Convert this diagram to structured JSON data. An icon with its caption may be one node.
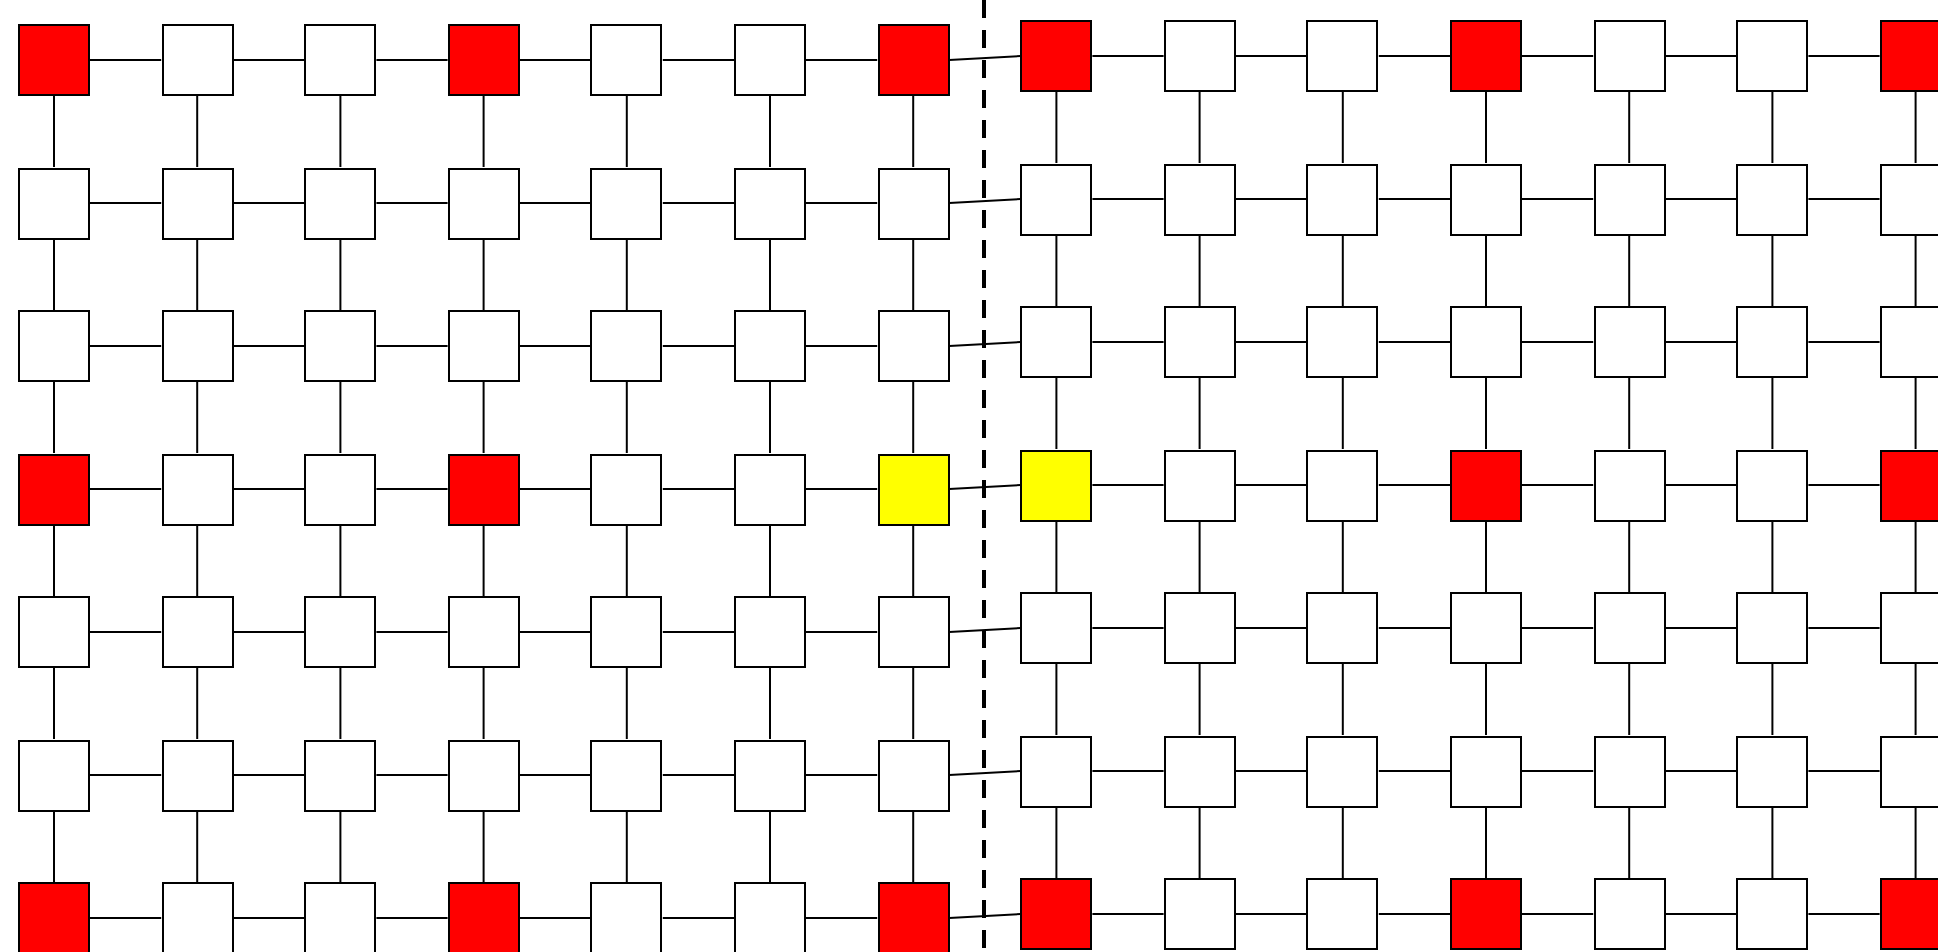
{
  "diagram": {
    "nodes": [
      {
        "text": [],
        "shape": "box"
      },
      {
        "text": [],
        "shape": "box"
      },
      {
        "text": [],
        "shape": "box"
      },
      {
        "text": [],
        "shape": "box"
      },
      {
        "text": [],
        "shape": "box"
      },
      {
        "text": [],
        "shape": "box"
      },
      {
        "text": [],
        "shape": "box"
      },
      {
        "text": [],
        "shape": "box"
      },
      {
        "text": [],
        "shape": "box"
      },
      {
        "text": [],
        "shape": "box"
      },
      {
        "text": [],
        "shape": "box"
      },
      {
        "text": [],
        "shape": "box"
      },
      {
        "text": [],
        "shape": "box"
      },
      {
        "text": [],
        "shape": "box"
      },
      {
        "text": [],
        "shape": "box"
      },
      {
        "text": [],
        "shape": "box"
      },
      {
        "text": [],
        "shape": "box"
      },
      {
        "text": [],
        "shape": "box"
      },
      {
        "text": [],
        "shape": "box"
      },
      {
        "text": [],
        "shape": "box"
      },
      {
        "text": [],
        "shape": "box"
      },
      {
        "text": [],
        "shape": "box"
      },
      {
        "text": [],
        "shape": "box"
      },
      {
        "text": [],
        "shape": "box"
      },
      {
        "text": [],
        "shape": "box"
      },
      {
        "text": [],
        "shape": "box"
      },
      {
        "text": [],
        "shape": "box"
      },
      {
        "text": [],
        "shape": "box"
      },
      {
        "text": [],
        "shape": "box"
      },
      {
        "text": [],
        "shape": "box"
      },
      {
        "text": [],
        "shape": "box"
      },
      {
        "text": [],
        "shape": "box"
      },
      {
        "text": [],
        "shape": "box"
      },
      {
        "text": [],
        "shape": "box"
      },
      {
        "text": [],
        "shape": "box"
      },
      {
        "text": [],
        "shape": "box"
      },
      {
        "text": [],
        "shape": "box"
      },
      {
        "text": [],
        "shape": "box"
      },
      {
        "text": [],
        "shape": "box"
      },
      {
        "text": [],
        "shape": "box"
      },
      {
        "text": [],
        "shape": "box"
      },
      {
        "text": [],
        "shape": "box"
      },
      {
        "text": [],
        "shape": "box"
      },
      {
        "text": [],
        "shape": "box"
      },
      {
        "text": [],
        "shape": "box"
      },
      {
        "text": [],
        "shape": "box"
      },
      {
        "text": [],
        "shape": "box"
      },
      {
        "text": [],
        "shape": "box"
      },
      {
        "text": [],
        "shape": "box"
      },
      {
        "text": [],
        "shape": "box"
      },
      {
        "text": [],
        "shape": "box"
      },
      {
        "text": [],
        "shape": "box"
      },
      {
        "text": [],
        "shape": "box"
      },
      {
        "text": [],
        "shape": "box"
      },
      {
        "text": [],
        "shape": "box"
      },
      {
        "text": [],
        "shape": "box"
      },
      {
        "text": [],
        "shape": "box"
      },
      {
        "text": [],
        "shape": "box"
      },
      {
        "text": [],
        "shape": "box"
      },
      {
        "text": [],
        "shape": "box"
      },
      {
        "text": [],
        "shape": "box"
      },
      {
        "text": [],
        "shape": "box"
      },
      {
        "text": [],
        "shape": "box"
      },
      {
        "text": [],
        "shape": "box"
      },
      {
        "text": [],
        "shape": "box"
      },
      {
        "text": [],
        "shape": "box"
      },
      {
        "text": [],
        "shape": "box"
      },
      {
        "text": [],
        "shape": "box"
      },
      {
        "text": [],
        "shape": "box"
      },
      {
        "text": [],
        "shape": "box"
      },
      {
        "text": [],
        "shape": "box"
      },
      {
        "text": [],
        "shape": "box"
      },
      {
        "text": [],
        "shape": "box"
      },
      {
        "text": [],
        "shape": "box"
      },
      {
        "text": [],
        "shape": "box"
      },
      {
        "text": [],
        "shape": "box"
      },
      {
        "text": [],
        "shape": "box"
      },
      {
        "text": [],
        "shape": "box"
      },
      {
        "text": [],
        "shape": "box"
      },
      {
        "text": [],
        "shape": "box"
      },
      {
        "text": [],
        "shape": "box"
      },
      {
        "text": [],
        "shape": "box"
      },
      {
        "text": [],
        "shape": "box"
      },
      {
        "text": [],
        "shape": "box"
      },
      {
        "text": [],
        "shape": "box"
      },
      {
        "text": [],
        "shape": "box"
      },
      {
        "text": [],
        "shape": "box"
      },
      {
        "text": [],
        "shape": "box"
      },
      {
        "text": [],
        "shape": "box"
      },
      {
        "text": [],
        "shape": "box"
      },
      {
        "text": [],
        "shape": "box"
      },
      {
        "text": [],
        "shape": "box"
      },
      {
        "text": [],
        "shape": "box"
      },
      {
        "text": [],
        "shape": "box"
      },
      {
        "text": [],
        "shape": "box"
      },
      {
        "text": [],
        "shape": "box"
      },
      {
        "text": [],
        "shape": "box"
      },
      {
        "text": [],
        "shape": "box"
      }
    ],
    "edges": [
      {
        "from": 0,
        "to": 1,
        "arrow": "none"
      },
      {
        "from": 1,
        "to": 2,
        "arrow": "none"
      },
      {
        "from": 2,
        "to": 3,
        "arrow": "none"
      },
      {
        "from": 3,
        "to": 4,
        "arrow": "none"
      },
      {
        "from": 4,
        "to": 5,
        "arrow": "none"
      },
      {
        "from": 5,
        "to": 6,
        "arrow": "none"
      },
      {
        "from": 6,
        "to": 7,
        "arrow": "none"
      },
      {
        "from": 7,
        "to": 8,
        "arrow": "none"
      },
      {
        "from": 8,
        "to": 9,
        "arrow": "none"
      },
      {
        "from": 9,
        "to": 10,
        "arrow": "none"
      },
      {
        "from": 10,
        "to": 11,
        "arrow": "none"
      },
      {
        "from": 11,
        "to": 12,
        "arrow": "none"
      },
      {
        "from": 12,
        "to": 13,
        "arrow": "none"
      },
      {
        "from": 0,
        "to": 14,
        "arrow": "none"
      },
      {
        "from": 1,
        "to": 15,
        "arrow": "none"
      },
      {
        "from": 2,
        "to": 16,
        "arrow": "none"
      },
      {
        "from": 3,
        "to": 17,
        "arrow": "none"
      },
      {
        "from": 4,
        "to": 18,
        "arrow": "none"
      },
      {
        "from": 5,
        "to": 19,
        "arrow": "none"
      },
      {
        "from": 6,
        "to": 20,
        "arrow": "none"
      },
      {
        "from": 7,
        "to": 21,
        "arrow": "none"
      },
      {
        "from": 8,
        "to": 22,
        "arrow": "none"
      },
      {
        "from": 9,
        "to": 23,
        "arrow": "none"
      },
      {
        "from": 10,
        "to": 24,
        "arrow": "none"
      },
      {
        "from": 11,
        "to": 25,
        "arrow": "none"
      },
      {
        "from": 12,
        "to": 26,
        "arrow": "none"
      },
      {
        "from": 13,
        "to": 27,
        "arrow": "none"
      },
      {
        "from": 14,
        "to": 15,
        "arrow": "none"
      },
      {
        "from": 15,
        "to": 16,
        "arrow": "none"
      },
      {
        "from": 16,
        "to": 17,
        "arrow": "none"
      },
      {
        "from": 17,
        "to": 18,
        "arrow": "none"
      },
      {
        "from": 18,
        "to": 19,
        "arrow": "none"
      },
      {
        "from": 19,
        "to": 20,
        "arrow": "none"
      },
      {
        "from": 20,
        "to": 21,
        "arrow": "none"
      },
      {
        "from": 21,
        "to": 22,
        "arrow": "none"
      },
      {
        "from": 22,
        "to": 23,
        "arrow": "none"
      },
      {
        "from": 23,
        "to": 24,
        "arrow": "none"
      },
      {
        "from": 24,
        "to": 25,
        "arrow": "none"
      },
      {
        "from": 25,
        "to": 26,
        "arrow": "none"
      },
      {
        "from": 26,
        "to": 27,
        "arrow": "none"
      },
      {
        "from": 14,
        "to": 28,
        "arrow": "none"
      },
      {
        "from": 15,
        "to": 29,
        "arrow": "none"
      },
      {
        "from": 16,
        "to": 30,
        "arrow": "none"
      },
      {
        "from": 17,
        "to": 31,
        "arrow": "none"
      },
      {
        "from": 18,
        "to": 32,
        "arrow": "none"
      },
      {
        "from": 19,
        "to": 33,
        "arrow": "none"
      },
      {
        "from": 20,
        "to": 34,
        "arrow": "none"
      },
      {
        "from": 21,
        "to": 35,
        "arrow": "none"
      },
      {
        "from": 22,
        "to": 36,
        "arrow": "none"
      },
      {
        "from": 23,
        "to": 37,
        "arrow": "none"
      },
      {
        "from": 24,
        "to": 38,
        "arrow": "none"
      },
      {
        "from": 25,
        "to": 39,
        "arrow": "none"
      },
      {
        "from": 26,
        "to": 40,
        "arrow": "none"
      },
      {
        "from": 27,
        "to": 41,
        "arrow": "none"
      },
      {
        "from": 28,
        "to": 29,
        "arrow": "none"
      },
      {
        "from": 29,
        "to": 30,
        "arrow": "none"
      },
      {
        "from": 30,
        "to": 31,
        "arrow": "none"
      },
      {
        "from": 31,
        "to": 32,
        "arrow": "none"
      },
      {
        "from": 32,
        "to": 33,
        "arrow": "none"
      },
      {
        "from": 33,
        "to": 34,
        "arrow": "none"
      },
      {
        "from": 34,
        "to": 35,
        "arrow": "none"
      },
      {
        "from": 35,
        "to": 36,
        "arrow": "none"
      },
      {
        "from": 36,
        "to": 37,
        "arrow": "none"
      },
      {
        "from": 37,
        "to": 38,
        "arrow": "none"
      },
      {
        "from": 38,
        "to": 39,
        "arrow": "none"
      },
      {
        "from": 39,
        "to": 40,
        "arrow": "none"
      },
      {
        "from": 40,
        "to": 41,
        "arrow": "none"
      },
      {
        "from": 28,
        "to": 42,
        "arrow": "none"
      },
      {
        "from": 29,
        "to": 43,
        "arrow": "none"
      },
      {
        "from": 30,
        "to": 44,
        "arrow": "none"
      },
      {
        "from": 31,
        "to": 45,
        "arrow": "none"
      },
      {
        "from": 32,
        "to": 46,
        "arrow": "none"
      },
      {
        "from": 33,
        "to": 47,
        "arrow": "none"
      },
      {
        "from": 34,
        "to": 48,
        "arrow": "none"
      },
      {
        "from": 35,
        "to": 49,
        "arrow": "none"
      },
      {
        "from": 36,
        "to": 50,
        "arrow": "none"
      },
      {
        "from": 37,
        "to": 51,
        "arrow": "none"
      },
      {
        "from": 38,
        "to": 52,
        "arrow": "none"
      },
      {
        "from": 39,
        "to": 53,
        "arrow": "none"
      },
      {
        "from": 40,
        "to": 54,
        "arrow": "none"
      },
      {
        "from": 41,
        "to": 55,
        "arrow": "none"
      },
      {
        "from": 42,
        "to": 43,
        "arrow": "none"
      },
      {
        "from": 43,
        "to": 44,
        "arrow": "none"
      },
      {
        "from": 44,
        "to": 45,
        "arrow": "none"
      },
      {
        "from": 45,
        "to": 46,
        "arrow": "none"
      },
      {
        "from": 46,
        "to": 47,
        "arrow": "none"
      },
      {
        "from": 47,
        "to": 48,
        "arrow": "none"
      },
      {
        "from": 48,
        "to": 49,
        "arrow": "none"
      },
      {
        "from": 49,
        "to": 50,
        "arrow": "none"
      },
      {
        "from": 50,
        "to": 51,
        "arrow": "none"
      },
      {
        "from": 51,
        "to": 52,
        "arrow": "none"
      },
      {
        "from": 52,
        "to": 53,
        "arrow": "none"
      },
      {
        "from": 53,
        "to": 54,
        "arrow": "none"
      },
      {
        "from": 54,
        "to": 55,
        "arrow": "none"
      },
      {
        "from": 42,
        "to": 56,
        "arrow": "none"
      },
      {
        "from": 43,
        "to": 57,
        "arrow": "none"
      },
      {
        "from": 44,
        "to": 58,
        "arrow": "none"
      },
      {
        "from": 45,
        "to": 59,
        "arrow": "none"
      },
      {
        "from": 46,
        "to": 60,
        "arrow": "none"
      },
      {
        "from": 47,
        "to": 61,
        "arrow": "none"
      },
      {
        "from": 48,
        "to": 62,
        "arrow": "none"
      },
      {
        "from": 49,
        "to": 63,
        "arrow": "none"
      },
      {
        "from": 50,
        "to": 64,
        "arrow": "none"
      },
      {
        "from": 51,
        "to": 65,
        "arrow": "none"
      },
      {
        "from": 52,
        "to": 66,
        "arrow": "none"
      },
      {
        "from": 53,
        "to": 67,
        "arrow": "none"
      },
      {
        "from": 54,
        "to": 68,
        "arrow": "none"
      },
      {
        "from": 55,
        "to": 69,
        "arrow": "none"
      },
      {
        "from": 56,
        "to": 57,
        "arrow": "none"
      },
      {
        "from": 57,
        "to": 58,
        "arrow": "none"
      },
      {
        "from": 58,
        "to": 59,
        "arrow": "none"
      },
      {
        "from": 59,
        "to": 60,
        "arrow": "none"
      },
      {
        "from": 60,
        "to": 61,
        "arrow": "none"
      },
      {
        "from": 61,
        "to": 62,
        "arrow": "none"
      },
      {
        "from": 62,
        "to": 63,
        "arrow": "none"
      },
      {
        "from": 63,
        "to": 64,
        "arrow": "none"
      },
      {
        "from": 64,
        "to": 65,
        "arrow": "none"
      },
      {
        "from": 65,
        "to": 66,
        "arrow": "none"
      },
      {
        "from": 66,
        "to": 67,
        "arrow": "none"
      },
      {
        "from": 67,
        "to": 68,
        "arrow": "none"
      },
      {
        "from": 68,
        "to": 69,
        "arrow": "none"
      },
      {
        "from": 56,
        "to": 70,
        "arrow": "none"
      },
      {
        "from": 57,
        "to": 71,
        "arrow": "none"
      },
      {
        "from": 58,
        "to": 72,
        "arrow": "none"
      },
      {
        "from": 59,
        "to": 73,
        "arrow": "none"
      },
      {
        "from": 60,
        "to": 74,
        "arrow": "none"
      },
      {
        "from": 61,
        "to": 75,
        "arrow": "none"
      },
      {
        "from": 62,
        "to": 76,
        "arrow": "none"
      },
      {
        "from": 63,
        "to": 77,
        "arrow": "none"
      },
      {
        "from": 64,
        "to": 78,
        "arrow": "none"
      },
      {
        "from": 65,
        "to": 79,
        "arrow": "none"
      },
      {
        "from": 66,
        "to": 80,
        "arrow": "none"
      },
      {
        "from": 67,
        "to": 81,
        "arrow": "none"
      },
      {
        "from": 68,
        "to": 82,
        "arrow": "none"
      },
      {
        "from": 69,
        "to": 83,
        "arrow": "none"
      },
      {
        "from": 70,
        "to": 71,
        "arrow": "none"
      },
      {
        "from": 71,
        "to": 72,
        "arrow": "none"
      },
      {
        "from": 72,
        "to": 73,
        "arrow": "none"
      },
      {
        "from": 73,
        "to": 74,
        "arrow": "none"
      },
      {
        "from": 74,
        "to": 75,
        "arrow": "none"
      },
      {
        "from": 75,
        "to": 76,
        "arrow": "none"
      },
      {
        "from": 76,
        "to": 77,
        "arrow": "none"
      },
      {
        "from": 77,
        "to": 78,
        "arrow": "none"
      },
      {
        "from": 78,
        "to": 79,
        "arrow": "none"
      },
      {
        "from": 79,
        "to": 80,
        "arrow": "none"
      },
      {
        "from": 80,
        "to": 81,
        "arrow": "none"
      },
      {
        "from": 81,
        "to": 82,
        "arrow": "none"
      },
      {
        "from": 82,
        "to": 83,
        "arrow": "none"
      },
      {
        "from": 70,
        "to": 84,
        "arrow": "none"
      },
      {
        "from": 71,
        "to": 85,
        "arrow": "none"
      },
      {
        "from": 72,
        "to": 86,
        "arrow": "none"
      },
      {
        "from": 73,
        "to": 87,
        "arrow": "none"
      },
      {
        "from": 74,
        "to": 88,
        "arrow": "none"
      },
      {
        "from": 75,
        "to": 89,
        "arrow": "none"
      },
      {
        "from": 76,
        "to": 90,
        "arrow": "none"
      },
      {
        "from": 77,
        "to": 91,
        "arrow": "none"
      },
      {
        "from": 78,
        "to": 92,
        "arrow": "none"
      },
      {
        "from": 79,
        "to": 93,
        "arrow": "none"
      },
      {
        "from": 80,
        "to": 94,
        "arrow": "none"
      },
      {
        "from": 81,
        "to": 95,
        "arrow": "none"
      },
      {
        "from": 82,
        "to": 96,
        "arrow": "none"
      },
      {
        "from": 83,
        "to": 97,
        "arrow": "none"
      },
      {
        "from": 84,
        "to": 85,
        "arrow": "none"
      },
      {
        "from": 85,
        "to": 86,
        "arrow": "none"
      },
      {
        "from": 86,
        "to": 87,
        "arrow": "none"
      },
      {
        "from": 87,
        "to": 88,
        "arrow": "none"
      },
      {
        "from": 88,
        "to": 89,
        "arrow": "none"
      },
      {
        "from": 89,
        "to": 90,
        "arrow": "none"
      },
      {
        "from": 90,
        "to": 91,
        "arrow": "none"
      },
      {
        "from": 91,
        "to": 92,
        "arrow": "none"
      },
      {
        "from": 92,
        "to": 93,
        "arrow": "none"
      },
      {
        "from": 93,
        "to": 94,
        "arrow": "none"
      },
      {
        "from": 94,
        "to": 95,
        "arrow": "none"
      },
      {
        "from": 95,
        "to": 96,
        "arrow": "none"
      },
      {
        "from": 96,
        "to": 97,
        "arrow": "none"
      }
    ]
  }
}
